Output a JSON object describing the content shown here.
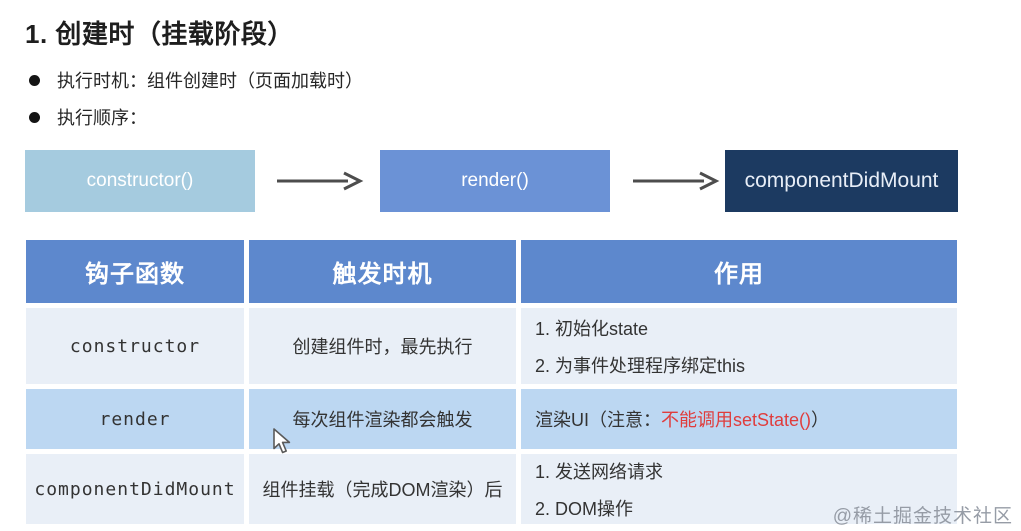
{
  "page": {
    "title": "1. 创建时（挂载阶段）",
    "bullets": [
      "执行时机：组件创建时（页面加载时）",
      "执行顺序："
    ]
  },
  "flow": {
    "steps": [
      {
        "label": "constructor()",
        "color": "#a5cbdf"
      },
      {
        "label": "render()",
        "color": "#6b92d6"
      },
      {
        "label": "componentDidMount",
        "color": "#1c3a61"
      }
    ],
    "arrow_icon": "right-arrow",
    "arrow_color": "#4d4d4d"
  },
  "table": {
    "headers": [
      "钩子函数",
      "触发时机",
      "作用"
    ],
    "header_bg": "#5d88cd",
    "row_bg_light": "#e9eff7",
    "row_bg_accent": "#bcd7f2",
    "warning_color": "#e03c3c",
    "rows": [
      {
        "hook": "constructor",
        "timing": "创建组件时，最先执行",
        "purpose_lines": [
          "1. 初始化state",
          "2. 为事件处理程序绑定this"
        ]
      },
      {
        "hook": "render",
        "timing": "每次组件渲染都会触发",
        "purpose": {
          "prefix": "渲染UI（注意：",
          "warning": "不能调用setState()",
          "suffix": "）"
        }
      },
      {
        "hook": "componentDidMount",
        "timing": "组件挂载（完成DOM渲染）后",
        "purpose_lines": [
          "1. 发送网络请求",
          "2. DOM操作"
        ]
      }
    ]
  },
  "watermark": "@稀土掘金技术社区"
}
